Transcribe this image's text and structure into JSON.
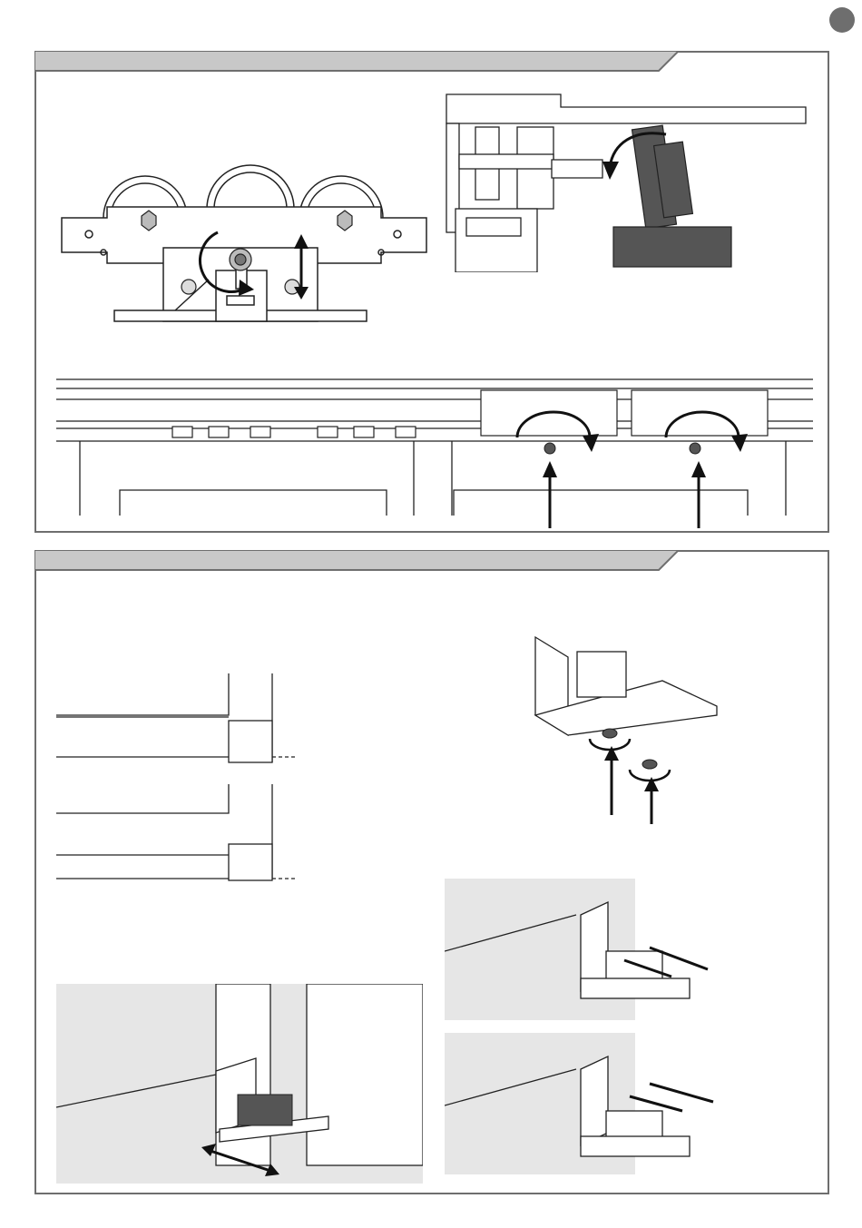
{
  "page": {
    "section_1": {
      "figures": [
        {
          "name": "trolley-height-adjustment"
        },
        {
          "name": "profile-section-view"
        },
        {
          "name": "track-with-trolleys"
        }
      ]
    },
    "section_2": {
      "figures": [
        {
          "name": "floor-guide-alignment"
        },
        {
          "name": "floor-guide-screws"
        },
        {
          "name": "guide-installed-detail-1"
        },
        {
          "name": "guide-installed-detail-2"
        },
        {
          "name": "floor-guide-sliding"
        }
      ]
    },
    "colors": {
      "frame": "#6e6e6e",
      "header_band": "#c8c8c8",
      "panel_gray": "#e6e6e6",
      "dark_part": "#555555"
    }
  }
}
